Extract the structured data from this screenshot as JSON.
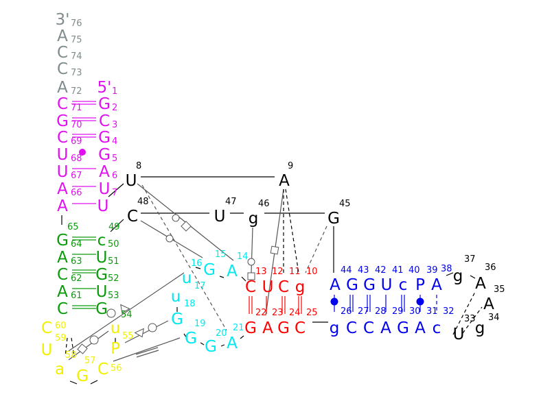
{
  "title": "tRNA secondary structure",
  "colors": {
    "gray": "#7f8c8d",
    "magenta": "#e010f0",
    "green": "#0a9a0a",
    "yellow": "#f0f000",
    "cyan": "#00e8f0",
    "red": "#ff0000",
    "blue": "#0000ee",
    "black": "#000000",
    "line": "#555555"
  },
  "nucleotides": [
    {
      "b": "3'",
      "n": "76",
      "g": "gray"
    },
    {
      "b": "A",
      "n": "75",
      "g": "gray"
    },
    {
      "b": "C",
      "n": "74",
      "g": "gray"
    },
    {
      "b": "C",
      "n": "73",
      "g": "gray"
    },
    {
      "b": "A",
      "n": "72",
      "g": "gray"
    },
    {
      "b": "C",
      "n": "71",
      "g": "magenta"
    },
    {
      "b": "G",
      "n": "70",
      "g": "magenta"
    },
    {
      "b": "C",
      "n": "69",
      "g": "magenta"
    },
    {
      "b": "U",
      "n": "68",
      "g": "magenta"
    },
    {
      "b": "U",
      "n": "67",
      "g": "magenta"
    },
    {
      "b": "A",
      "n": "66",
      "g": "magenta"
    },
    {
      "b": "A",
      "n": "",
      "g": "magenta"
    },
    {
      "b": "5'",
      "n": "1",
      "g": "magenta"
    },
    {
      "b": "G",
      "n": "2",
      "g": "magenta"
    },
    {
      "b": "C",
      "n": "3",
      "g": "magenta"
    },
    {
      "b": "G",
      "n": "4",
      "g": "magenta"
    },
    {
      "b": "G",
      "n": "5",
      "g": "magenta"
    },
    {
      "b": "A",
      "n": "6",
      "g": "magenta"
    },
    {
      "b": "U",
      "n": "7",
      "g": "magenta"
    },
    {
      "b": "U",
      "n": "",
      "g": "magenta"
    },
    {
      "b": "G",
      "n": "64",
      "g": "green"
    },
    {
      "b": "A",
      "n": "63",
      "g": "green"
    },
    {
      "b": "C",
      "n": "62",
      "g": "green"
    },
    {
      "b": "A",
      "n": "61",
      "g": "green"
    },
    {
      "b": "C",
      "n": "",
      "g": "green"
    },
    {
      "b": "c",
      "n": "50",
      "g": "green"
    },
    {
      "b": "U",
      "n": "51",
      "g": "green"
    },
    {
      "b": "G",
      "n": "52",
      "g": "green"
    },
    {
      "b": "U",
      "n": "53",
      "g": "green"
    },
    {
      "b": "G",
      "n": "54",
      "g": "green"
    },
    {
      "b": "C",
      "n": "60",
      "g": "yellow"
    },
    {
      "b": "U",
      "n": "59",
      "g": "yellow"
    },
    {
      "b": "a",
      "n": "58",
      "g": "yellow"
    },
    {
      "b": "G",
      "n": "57",
      "g": "yellow"
    },
    {
      "b": "C",
      "n": "56",
      "g": "yellow"
    },
    {
      "b": "P",
      "n": "",
      "g": "yellow"
    },
    {
      "b": "u",
      "n": "55",
      "g": "yellow"
    },
    {
      "b": "G",
      "n": "16",
      "g": "cyan"
    },
    {
      "b": "A",
      "n": "15",
      "g": "cyan"
    },
    {
      "b": "u",
      "n": "17",
      "g": "cyan"
    },
    {
      "b": "u",
      "n": "18",
      "g": "cyan"
    },
    {
      "b": "G",
      "n": "19",
      "g": "cyan"
    },
    {
      "b": "G",
      "n": "",
      "g": "cyan"
    },
    {
      "b": "G",
      "n": "",
      "g": "cyan"
    },
    {
      "b": "A",
      "n": "20",
      "g": "cyan"
    },
    {
      "b": "C",
      "n": "13",
      "g": "red"
    },
    {
      "b": "U",
      "n": "12",
      "g": "red"
    },
    {
      "b": "C",
      "n": "11",
      "g": "red"
    },
    {
      "b": "g",
      "n": "10",
      "g": "red"
    },
    {
      "b": "G",
      "n": "22",
      "g": "red"
    },
    {
      "b": "A",
      "n": "23",
      "g": "red"
    },
    {
      "b": "G",
      "n": "24",
      "g": "red"
    },
    {
      "b": "C",
      "n": "25",
      "g": "red"
    },
    {
      "b": "A",
      "n": "44",
      "g": "blue"
    },
    {
      "b": "G",
      "n": "43",
      "g": "blue"
    },
    {
      "b": "G",
      "n": "42",
      "g": "blue"
    },
    {
      "b": "U",
      "n": "41",
      "g": "blue"
    },
    {
      "b": "c",
      "n": "40",
      "g": "blue"
    },
    {
      "b": "P",
      "n": "39",
      "g": "blue"
    },
    {
      "b": "A",
      "n": "38",
      "g": "blue"
    },
    {
      "b": "g",
      "n": "26",
      "g": "blue"
    },
    {
      "b": "C",
      "n": "27",
      "g": "blue"
    },
    {
      "b": "C",
      "n": "28",
      "g": "blue"
    },
    {
      "b": "A",
      "n": "29",
      "g": "blue"
    },
    {
      "b": "G",
      "n": "30",
      "g": "blue"
    },
    {
      "b": "A",
      "n": "31",
      "g": "blue"
    },
    {
      "b": "c",
      "n": "32",
      "g": "blue"
    },
    {
      "b": "g",
      "n": "37",
      "g": "black"
    },
    {
      "b": "A",
      "n": "36",
      "g": "black"
    },
    {
      "b": "A",
      "n": "35",
      "g": "black"
    },
    {
      "b": "g",
      "n": "34",
      "g": "black"
    },
    {
      "b": "U",
      "n": "33",
      "g": "black"
    },
    {
      "b": "U",
      "n": "8",
      "g": "black"
    },
    {
      "b": "A",
      "n": "9",
      "g": "black"
    },
    {
      "b": "C",
      "n": "48",
      "g": "black"
    },
    {
      "b": "U",
      "n": "47",
      "g": "black"
    },
    {
      "b": "g",
      "n": "46",
      "g": "black"
    },
    {
      "b": "G",
      "n": "45",
      "g": "black"
    }
  ],
  "extra_labels": [
    {
      "t": "65",
      "g": "green"
    },
    {
      "t": "49",
      "g": "green"
    },
    {
      "t": "14",
      "g": "cyan"
    },
    {
      "t": "21",
      "g": "cyan"
    }
  ]
}
